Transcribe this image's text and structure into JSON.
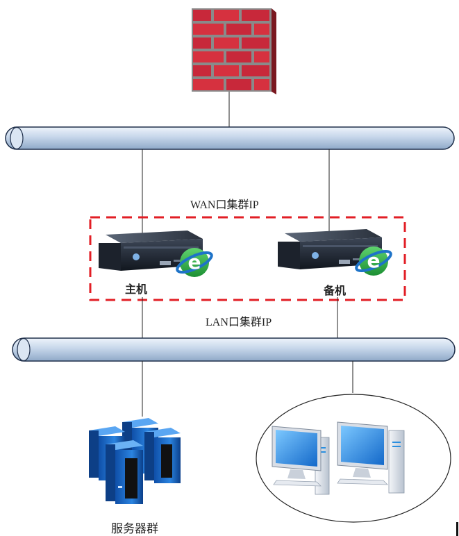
{
  "labels": {
    "wan_cluster_ip": "WAN口集群IP",
    "lan_cluster_ip": "LAN口集群IP",
    "primary": "主机",
    "backup": "备机",
    "server_cluster": "服务器群"
  },
  "icons": {
    "firewall": "firewall-icon",
    "primary_appliance": "rack-appliance-icon",
    "backup_appliance": "rack-appliance-icon",
    "appliance_badge": "e-logo-icon",
    "server_cluster": "server-towers-icon",
    "workstations": "desktop-computers-icon"
  },
  "colors": {
    "bus_fill": "#c6d6ea",
    "bus_stroke": "#1f2f4a",
    "cluster_border": "#e21e25",
    "firewall_brick": "#c8283a",
    "firewall_mortar": "#8a8a8a",
    "badge_green": "#2fb34a",
    "badge_blue": "#1e73c8",
    "server_blue": "#1f6fcf",
    "monitor_blue": "#2a8fe0"
  }
}
